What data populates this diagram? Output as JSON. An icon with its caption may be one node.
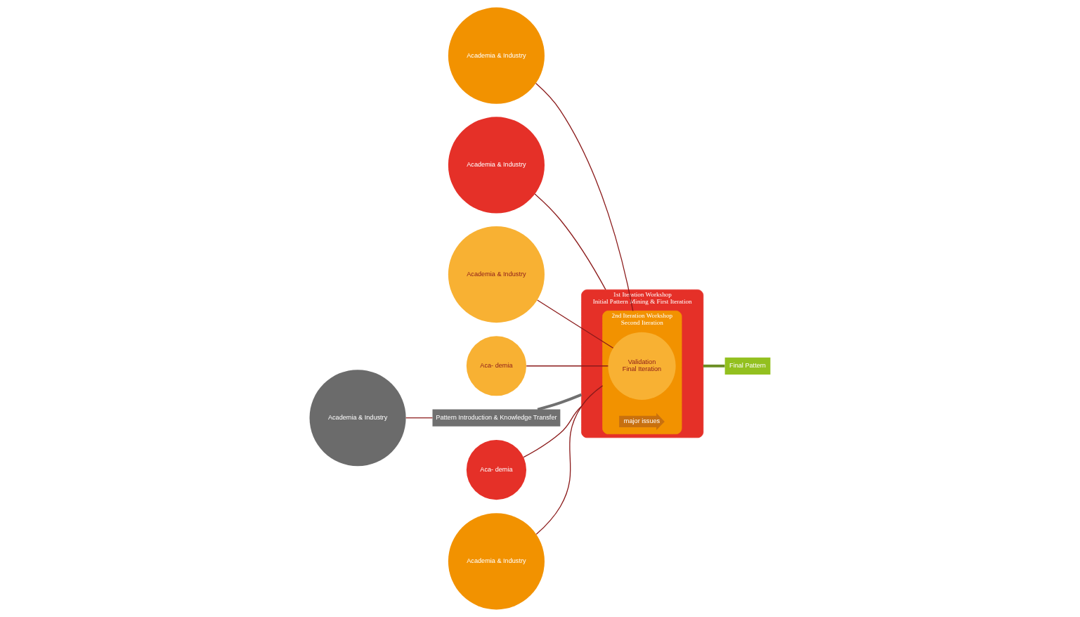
{
  "diagram": {
    "nodes": [
      {
        "text": [
          "1st Iteration Workshop",
          "Initial Pattern Mining & First Iteration"
        ]
      },
      {
        "text": [
          "2nd Iteration Workshop",
          "Second Iteration"
        ],
        "in": 0
      },
      {
        "text": [
          "Validation",
          "Final Iteration"
        ],
        "in": 1
      },
      {
        "text": [
          "Academia & Industry"
        ]
      },
      {
        "text": [
          "Academia & Industry"
        ]
      },
      {
        "text": [
          "Academia & Industry"
        ]
      },
      {
        "text": [
          "Final Pattern"
        ]
      },
      {
        "text": [
          "Aca- demia"
        ]
      },
      {
        "text": [
          "Pattern Introduction & Knowledge Transfer"
        ]
      },
      {
        "text": [
          "Academia & Industry"
        ]
      },
      {
        "text": [
          "Aca- demia"
        ]
      },
      {
        "text": [
          "Academia & Industry"
        ]
      },
      {
        "text": [
          "major issues"
        ],
        "in": 1
      }
    ],
    "edges": [
      {
        "from": 3,
        "to": 1,
        "arrow": "none"
      },
      {
        "from": 4,
        "to": 0,
        "arrow": "none"
      },
      {
        "from": 5,
        "to": 2,
        "arrow": "none"
      },
      {
        "from": 0,
        "to": 6,
        "arrow": "none",
        "style": "thick",
        "color": "#6b8e23"
      },
      {
        "from": 7,
        "to": 2,
        "arrow": "none"
      },
      {
        "from": 8,
        "to": 0,
        "arrow": "none",
        "style": "thick",
        "color": "#707070"
      },
      {
        "from": 9,
        "to": 8,
        "arrow": "none"
      },
      {
        "from": 10,
        "to": 0,
        "arrow": "none"
      },
      {
        "from": 11,
        "to": 1,
        "arrow": "none"
      }
    ]
  }
}
